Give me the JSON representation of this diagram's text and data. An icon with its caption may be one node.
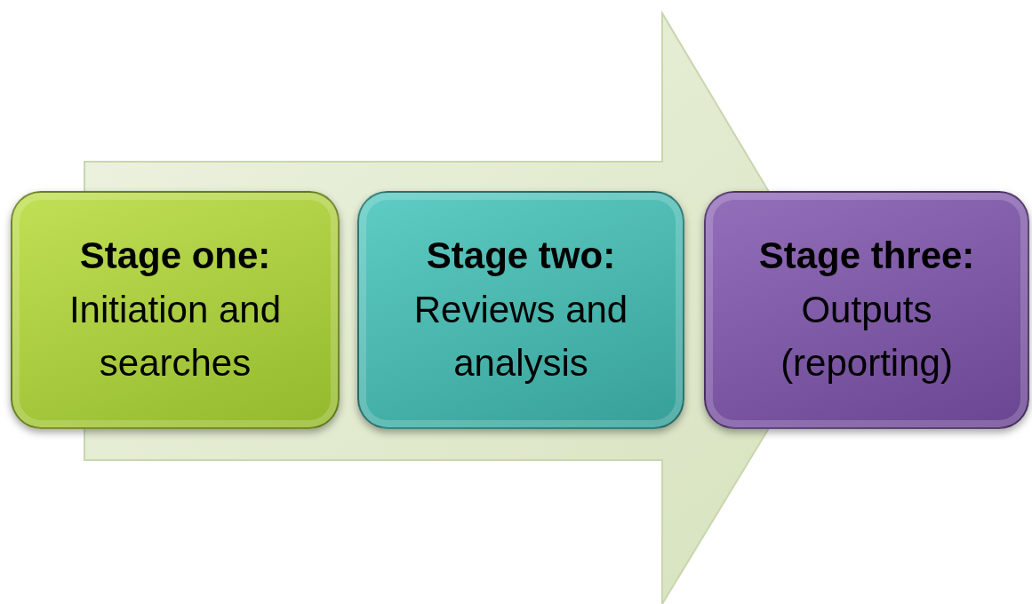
{
  "diagram": {
    "nodes": [
      {
        "text": [
          "Stage one:",
          "Initiation and searches"
        ]
      },
      {
        "text": [
          "Stage two:",
          "Reviews and analysis"
        ]
      },
      {
        "text": [
          "Stage three:",
          "Outputs (reporting)"
        ]
      }
    ],
    "edges": [
      {
        "from": 0,
        "to": 2,
        "arrow": "to"
      }
    ]
  }
}
